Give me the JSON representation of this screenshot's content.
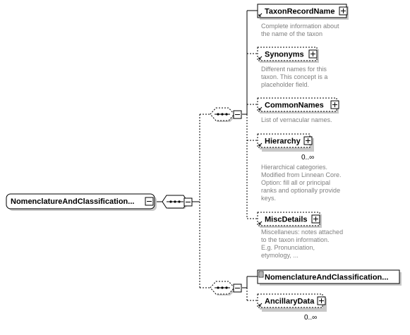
{
  "root": {
    "label": "NomenclatureAndClassification..."
  },
  "sequence_upper": {
    "elements": [
      {
        "name": "TaxonRecordName",
        "description": [
          "Complete information about",
          "the name of the taxon"
        ],
        "cardinality": ""
      },
      {
        "name": "Synonyms",
        "description": [
          "Different names for this",
          "taxon. This concept is a",
          "placeholder field."
        ],
        "cardinality": ""
      },
      {
        "name": "CommonNames",
        "description": [
          "List of  vernacular names."
        ],
        "cardinality": ""
      },
      {
        "name": "Hierarchy",
        "description": [
          "Hierarchical categories.",
          "Modified from Linnean Core.",
          "Option: fill all or principal",
          "ranks and optionally provide",
          "keys."
        ],
        "cardinality": "0..∞"
      },
      {
        "name": "MiscDetails",
        "description": [
          "Miscellaneus: notes attached",
          "to the taxon information.",
          "E.g. Pronunciation,",
          "etymology, ..."
        ],
        "cardinality": ""
      }
    ]
  },
  "sequence_lower": {
    "elements": [
      {
        "name": "NomenclatureAndClassification...",
        "description": [],
        "cardinality": ""
      },
      {
        "name": "AncillaryData",
        "description": [],
        "cardinality": "0..∞"
      }
    ]
  }
}
